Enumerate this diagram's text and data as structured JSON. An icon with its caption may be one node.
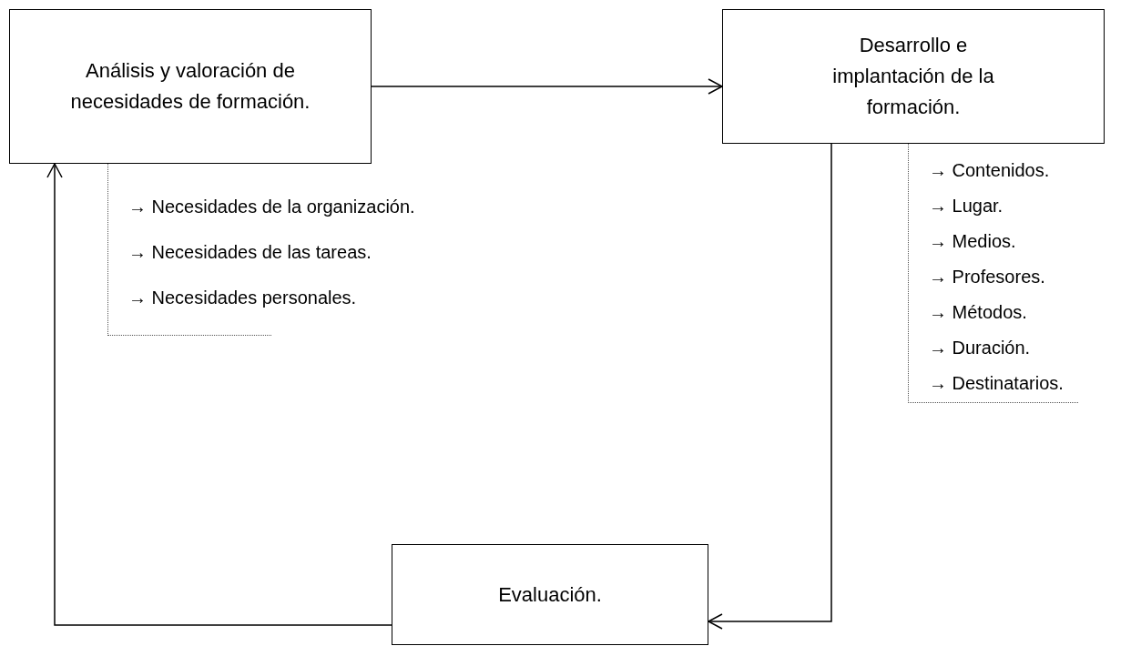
{
  "diagram": {
    "nodes": [
      {
        "text": [
          "Análisis y valoración de necesidades de formación."
        ],
        "beside": [
          "→ Necesidades de la organización.",
          "→ Necesidades de las tareas.",
          "→ Necesidades personales."
        ]
      },
      {
        "text": [
          "Desarrollo e implantación de la formación."
        ],
        "beside": [
          "→ Contenidos.",
          "→ Lugar.",
          "→ Medios.",
          "→ Profesores.",
          "→ Métodos.",
          "→ Duración.",
          "→ Destinatarios."
        ]
      },
      {
        "text": [
          "Evaluación."
        ]
      }
    ],
    "edges": [
      {
        "from": 0,
        "to": 1,
        "arrow": "to"
      },
      {
        "from": 1,
        "to": 2,
        "arrow": "to"
      },
      {
        "from": 2,
        "to": 0,
        "arrow": "to"
      }
    ]
  }
}
